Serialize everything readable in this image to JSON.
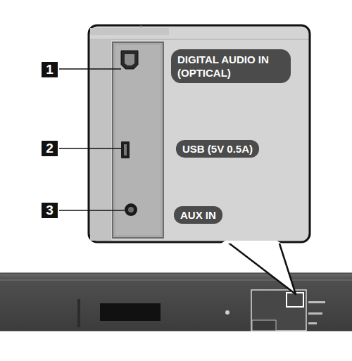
{
  "diagram": {
    "nodes": [
      {
        "text": [
          "DIGITAL AUDIO IN (OPTICAL)"
        ]
      },
      {
        "text": [
          "USB (5V 0.5A)"
        ]
      },
      {
        "text": [
          "AUX IN"
        ]
      }
    ],
    "labels": [
      "1",
      "2",
      "3"
    ]
  }
}
